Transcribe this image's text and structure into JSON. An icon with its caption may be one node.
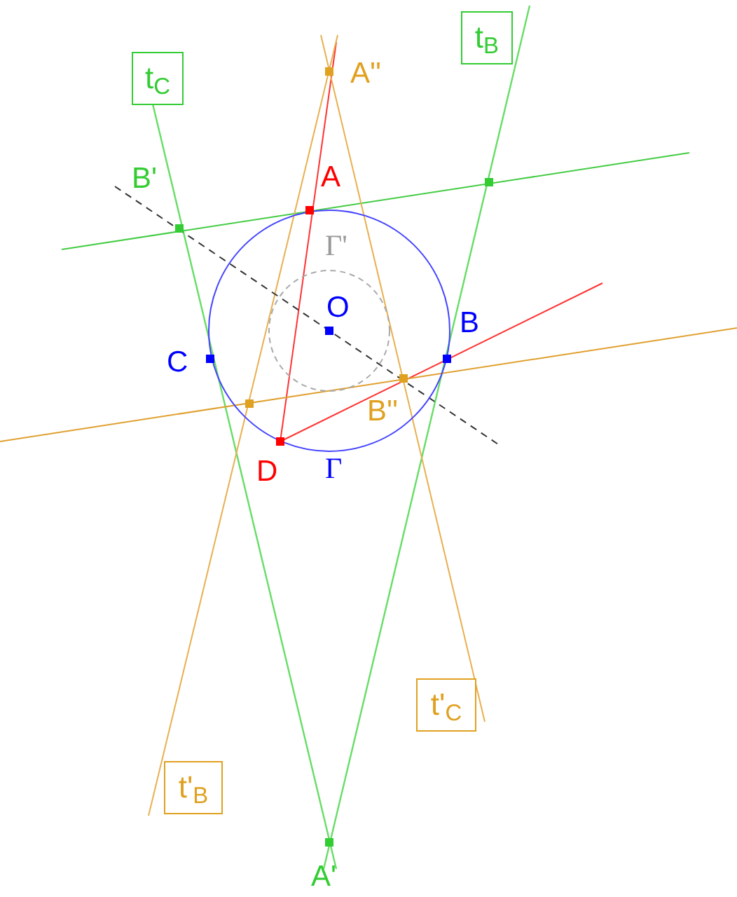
{
  "diagram": {
    "nodes": [
      {
        "text": [
          "t$_{C}$"
        ]
      },
      {
        "text": [
          "t$_{B}$"
        ]
      },
      {
        "text": [
          "t'$_{C}$"
        ]
      },
      {
        "text": [
          "t'$_{B}$"
        ]
      }
    ],
    "labels": [
      "A''",
      "B'",
      "A",
      "Γ'",
      "O",
      "B",
      "C",
      "B''",
      "D",
      "Γ",
      "A'"
    ]
  }
}
